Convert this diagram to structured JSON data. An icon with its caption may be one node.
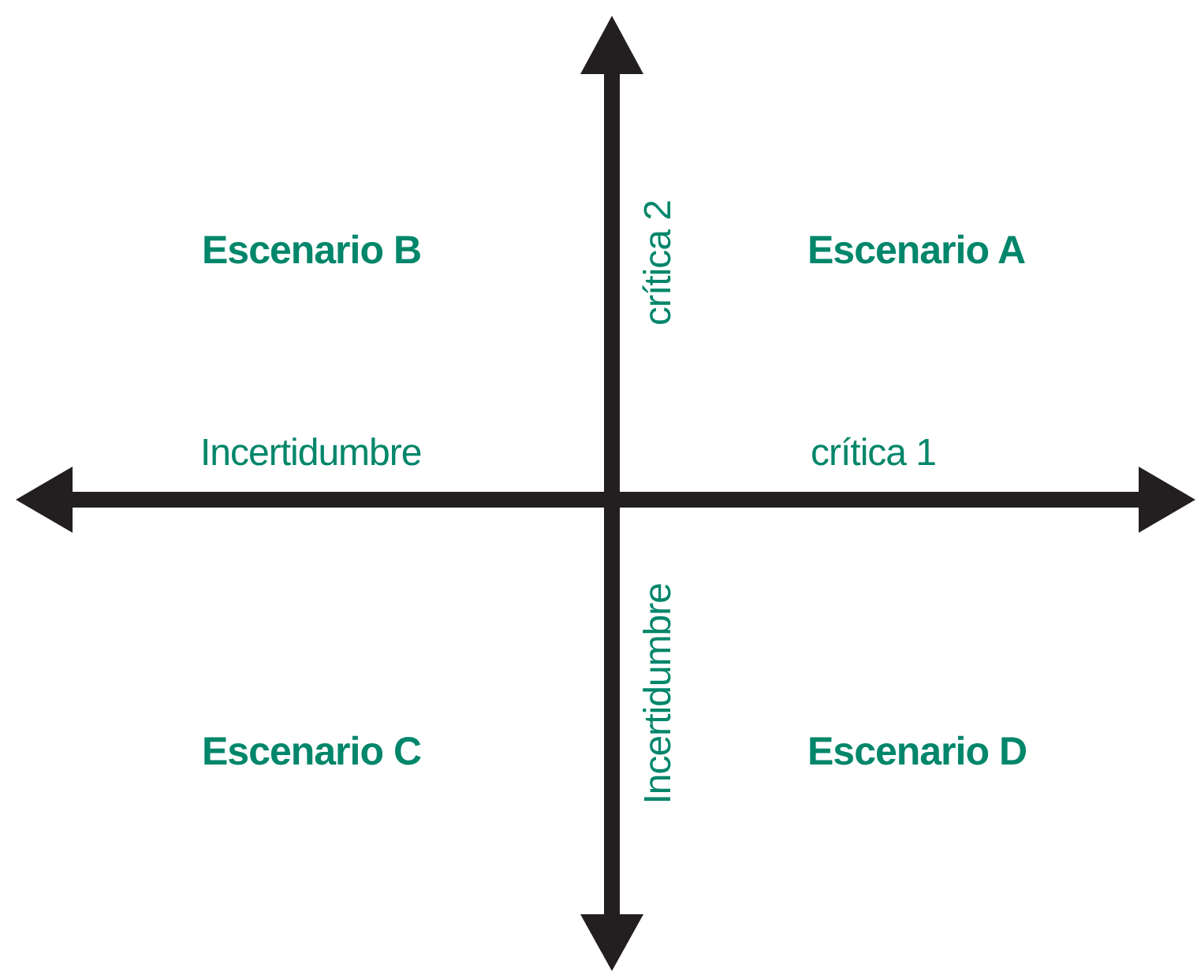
{
  "diagram": {
    "labels": [
      "Escenario B",
      "crítica 2",
      "Escenario A",
      "Incertidumbre",
      "crítica 1",
      "Escenario C",
      "Incertidumbre",
      "Escenario D"
    ]
  }
}
